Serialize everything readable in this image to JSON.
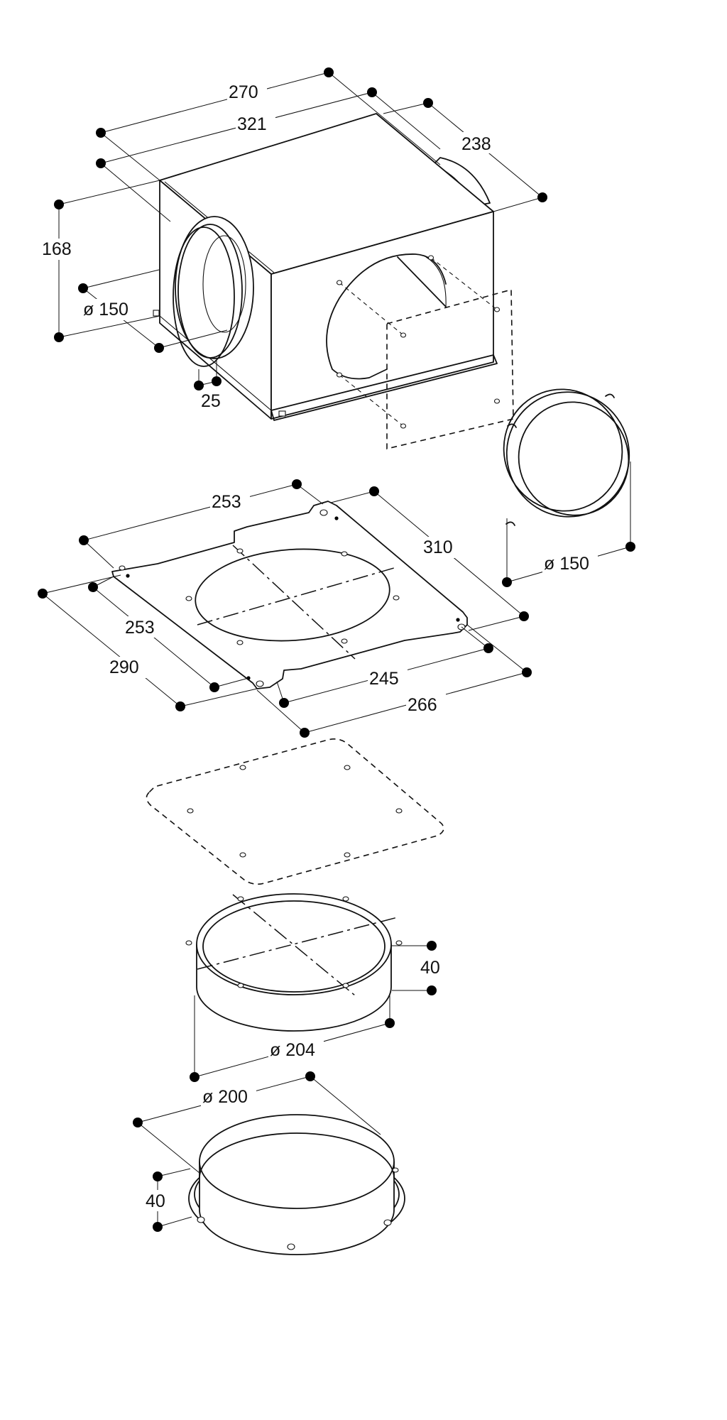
{
  "dimensions": {
    "box_length_a": "270",
    "box_length_b": "321",
    "box_depth": "238",
    "box_height": "168",
    "box_outlet_diameter": "ø 150",
    "box_collar_length": "25",
    "plate_length_a": "253",
    "plate_depth_a": "310",
    "plate_width_a": "253",
    "plate_width_b": "290",
    "plate_depth_b": "245",
    "plate_depth_c": "266",
    "ring_diameter": "ø 150",
    "spigot_height": "40",
    "spigot_diameter": "ø 204",
    "adapter_diameter": "ø 200",
    "adapter_height": "40"
  }
}
